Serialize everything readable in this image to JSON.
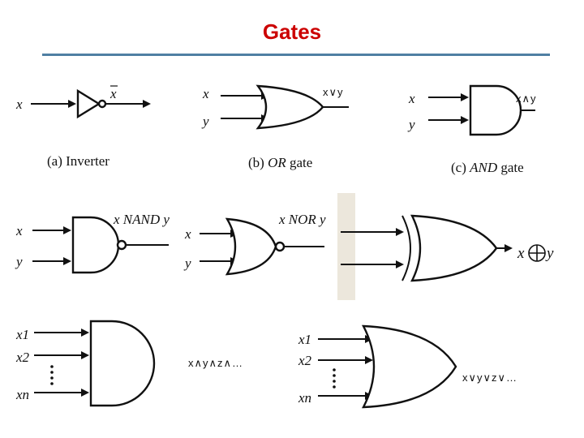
{
  "title": "Gates",
  "colors": {
    "title": "#cc0000",
    "rule": "#4f7fa3"
  },
  "inverter": {
    "input": "x",
    "output": "x",
    "caption": "(a) Inverter"
  },
  "or_gate": {
    "input1": "x",
    "input2": "y",
    "output": "x∨y",
    "caption_prefix": "(b) ",
    "caption_name": "OR",
    "caption_suffix": " gate"
  },
  "and_gate": {
    "input1": "x",
    "input2": "y",
    "output": "x∧y",
    "caption_prefix": "(c) ",
    "caption_name": "AND",
    "caption_suffix": " gate"
  },
  "nand_gate": {
    "input1": "x",
    "input2": "y",
    "output": "x NAND y"
  },
  "nor_gate": {
    "input1": "x",
    "input2": "y",
    "output": "x NOR y"
  },
  "xor_gate": {
    "output_var1": "x",
    "output_var2": "y"
  },
  "multi_and": {
    "input1": "x1",
    "input2": "x2",
    "input_n": "xn",
    "output": "x∧y∧z∧…"
  },
  "multi_or": {
    "input1": "x1",
    "input2": "x2",
    "input_n": "xn",
    "output": "x∨y∨z∨…"
  }
}
